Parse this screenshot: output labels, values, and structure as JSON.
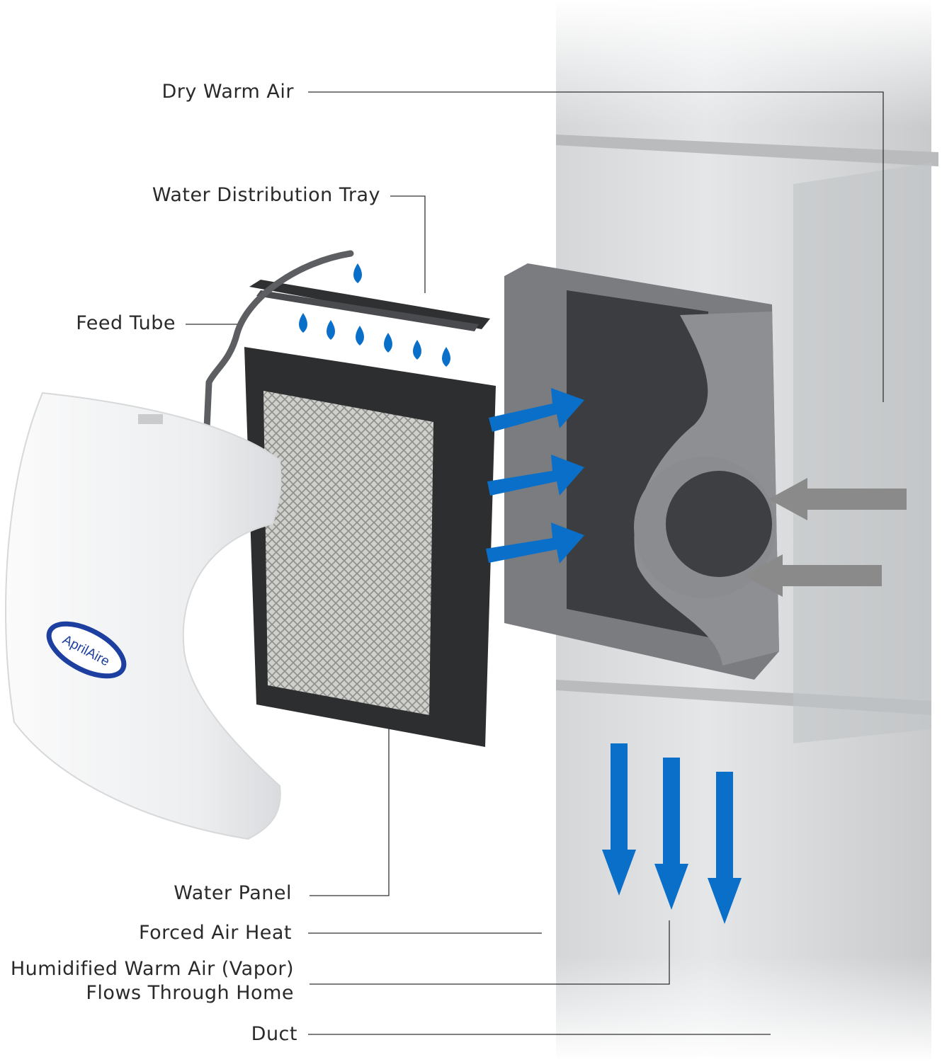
{
  "labels": {
    "dry_warm_air": "Dry Warm Air",
    "water_distribution_tray": "Water Distribution Tray",
    "feed_tube": "Feed Tube",
    "water_panel": "Water Panel",
    "forced_air_heat": "Forced Air Heat",
    "humidified_line1": "Humidified Warm Air (Vapor)",
    "humidified_line2": "Flows Through Home",
    "duct": "Duct"
  },
  "logo": {
    "text": "AprilAire"
  },
  "colors": {
    "arrow_blue": "#0a6fc9",
    "arrow_gray": "#8a8a8a",
    "logo_blue": "#1d3fa0",
    "leader_line": "#333333"
  }
}
